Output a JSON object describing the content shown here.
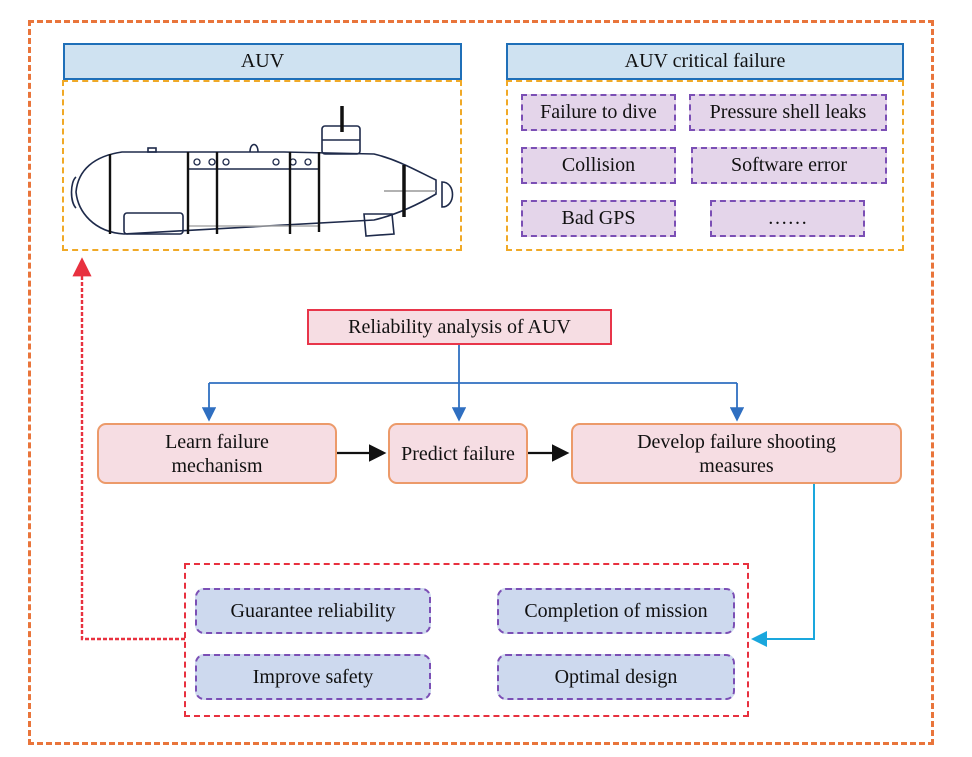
{
  "auv_panel": {
    "title": "AUV",
    "image": "auv-submarine-illustration"
  },
  "failure_panel": {
    "title": "AUV critical failure",
    "items": [
      "Failure to dive",
      "Pressure shell leaks",
      "Collision",
      "Software error",
      "Bad GPS",
      "……"
    ]
  },
  "analysis": {
    "root": "Reliability analysis of AUV",
    "steps": [
      {
        "line1": "Learn failure",
        "line2": "mechanism"
      },
      {
        "line1": "Predict failure",
        "line2": ""
      },
      {
        "line1": "Develop failure shooting",
        "line2": "measures"
      }
    ]
  },
  "outcomes": {
    "items": [
      "Guarantee reliability",
      "Completion of mission",
      "Improve safety",
      "Optimal design"
    ]
  },
  "colors": {
    "outer_border": "#e9753b",
    "header_fill": "#cfe2f1",
    "header_border": "#1f6fb8",
    "panel_border": "#f0a927",
    "failure_fill": "#e4d5ea",
    "item_border": "#7b4fb5",
    "root_fill": "#f6dde3",
    "root_border": "#e8354a",
    "step_border": "#ec9a6a",
    "outcome_fill": "#cdd9ee",
    "feedback_arrow": "#e8313f",
    "branch_arrow": "#2f6fc1",
    "result_arrow": "#1aa7dd"
  }
}
